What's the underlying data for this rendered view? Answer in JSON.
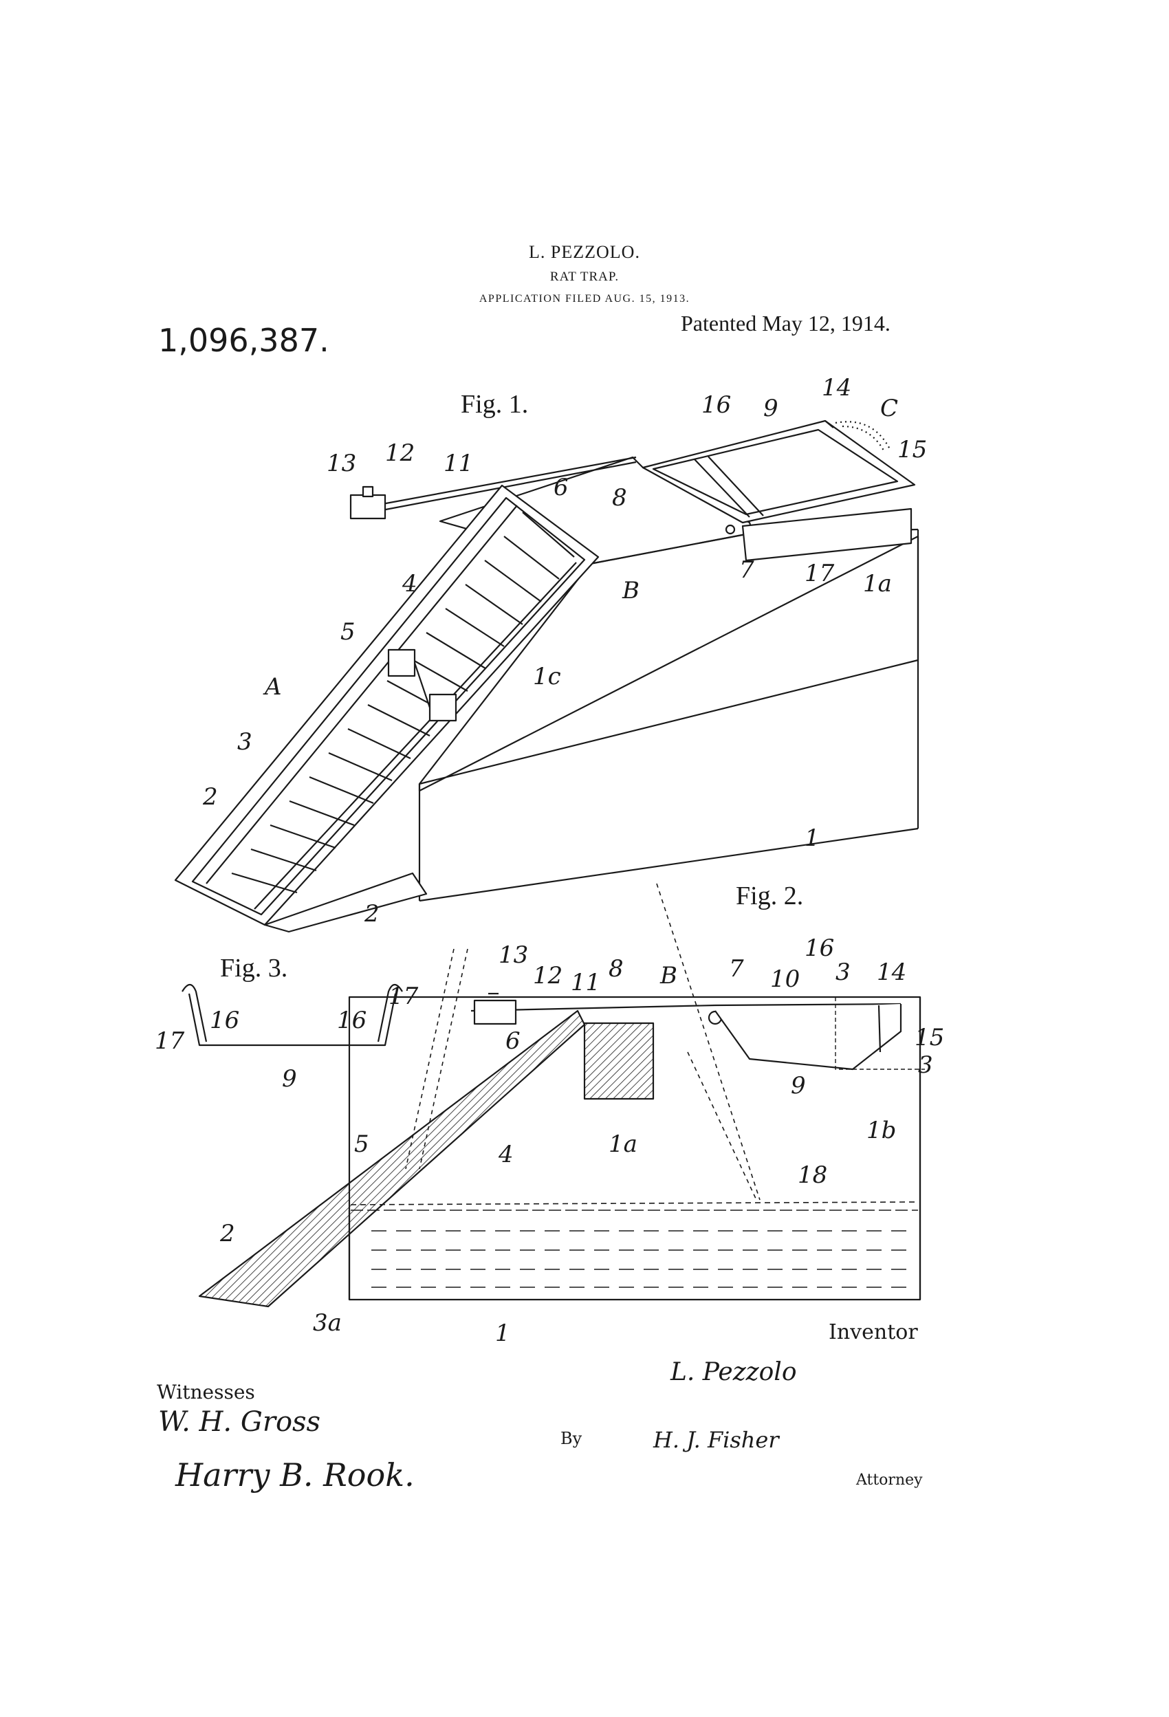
{
  "header": {
    "inventor": "L. PEZZOLO.",
    "title": "RAT TRAP.",
    "filed": "APPLICATION FILED AUG. 15, 1913.",
    "patent_number": "1,096,387.",
    "patented": "Patented May 12, 1914."
  },
  "figures": {
    "fig1": "Fig. 1.",
    "fig2": "Fig. 2.",
    "fig3": "Fig. 3."
  },
  "labels": {
    "l13": "13",
    "l12": "12",
    "l11": "11",
    "l6": "6",
    "l8": "8",
    "l16": "16",
    "l9": "9",
    "l14": "14",
    "lC": "C",
    "l15": "15",
    "l4": "4",
    "l5": "5",
    "lB": "B",
    "l7": "7",
    "l17": "17",
    "l1a": "1a",
    "l1c": "1c",
    "lA": "A",
    "l3": "3",
    "l2": "2",
    "l1": "1",
    "l10": "10",
    "l1b": "1b",
    "l18": "18",
    "l3a": "3a"
  },
  "signatures": {
    "inventor_label": "Inventor",
    "inventor_name": "L. Pezzolo",
    "by": "By",
    "attorney_name": "H. J. Fisher",
    "attorney_label": "Attorney",
    "witnesses_label": "Witnesses",
    "witness_1": "W. H. Gross",
    "witness_2": "Harry B. Rook."
  },
  "colors": {
    "ink": "#1a1a1a",
    "paper": "#ffffff"
  }
}
